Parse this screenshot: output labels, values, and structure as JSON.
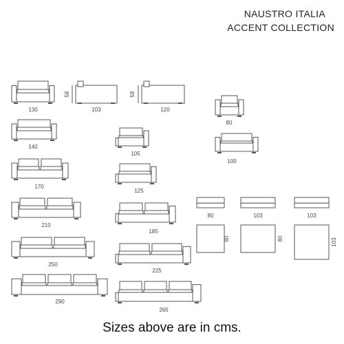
{
  "header": {
    "brand_line_1": "NAUSTRO ITALIA",
    "brand_line_2": "ACCENT COLLECTION"
  },
  "footer": {
    "note": "Sizes above are in cms."
  },
  "colors": {
    "stroke": "#555555",
    "text": "#444444"
  },
  "items": [
    {
      "type": "armchair",
      "seats": 1,
      "width_label": "130"
    },
    {
      "type": "sofa-profile",
      "width_label": "103",
      "height_label": "58"
    },
    {
      "type": "sofa-profile",
      "width_label": "120",
      "height_label": "58"
    },
    {
      "type": "armchair-small",
      "seats": 1,
      "width_label": "80"
    },
    {
      "type": "sofa",
      "seats": 1,
      "width_label": "140"
    },
    {
      "type": "end-unit",
      "seats": 1,
      "width_label": "105"
    },
    {
      "type": "armchair-wide",
      "seats": 1,
      "width_label": "100"
    },
    {
      "type": "sofa",
      "seats": 2,
      "width_label": "170"
    },
    {
      "type": "end-unit",
      "seats": 1,
      "width_label": "125"
    },
    {
      "type": "sofa",
      "seats": 2,
      "width_label": "210"
    },
    {
      "type": "end-unit",
      "seats": 2,
      "width_label": "185"
    },
    {
      "type": "ottoman-front",
      "width_label": "80"
    },
    {
      "type": "ottoman-front",
      "width_label": "103"
    },
    {
      "type": "ottoman-front",
      "width_label": "103"
    },
    {
      "type": "ottoman-top",
      "width_label": "80"
    },
    {
      "type": "ottoman-top",
      "width_label": "80"
    },
    {
      "type": "ottoman-top",
      "width_label": "103"
    },
    {
      "type": "sofa",
      "seats": 2,
      "width_label": "250"
    },
    {
      "type": "end-unit",
      "seats": 2,
      "width_label": "225"
    },
    {
      "type": "sofa",
      "seats": 3,
      "width_label": "290"
    },
    {
      "type": "end-unit",
      "seats": 3,
      "width_label": "265"
    }
  ]
}
